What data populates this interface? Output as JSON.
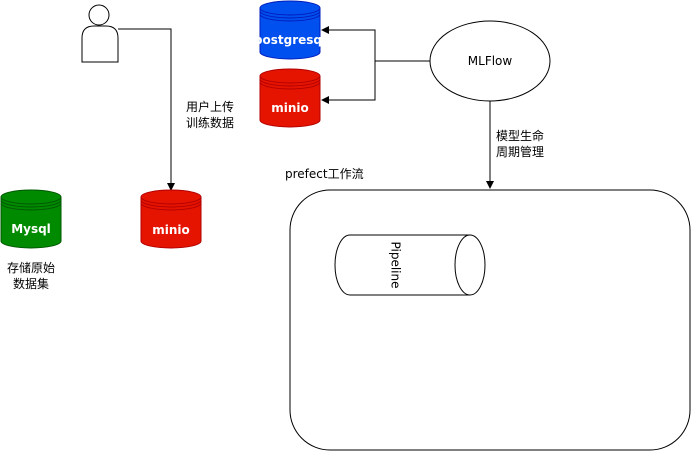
{
  "user": {
    "icon": "user-icon"
  },
  "upload_label": {
    "line1": "用户上传",
    "line2": "训练数据"
  },
  "mysql": {
    "label": "Mysql",
    "color": "#008a00"
  },
  "mysql_caption": {
    "line1": "存储原始",
    "line2": "数据集"
  },
  "minio_left": {
    "label": "minio",
    "color": "#e51400"
  },
  "postgresql": {
    "label": "postgresql",
    "color": "#0050ef"
  },
  "minio_top": {
    "label": "minio",
    "color": "#e51400"
  },
  "mlflow": {
    "label": "MLFlow"
  },
  "lifecycle_label": {
    "line1": "模型生命",
    "line2": "周期管理"
  },
  "prefect": {
    "label": "prefect工作流"
  },
  "pipeline": {
    "label": "Pipeline"
  }
}
